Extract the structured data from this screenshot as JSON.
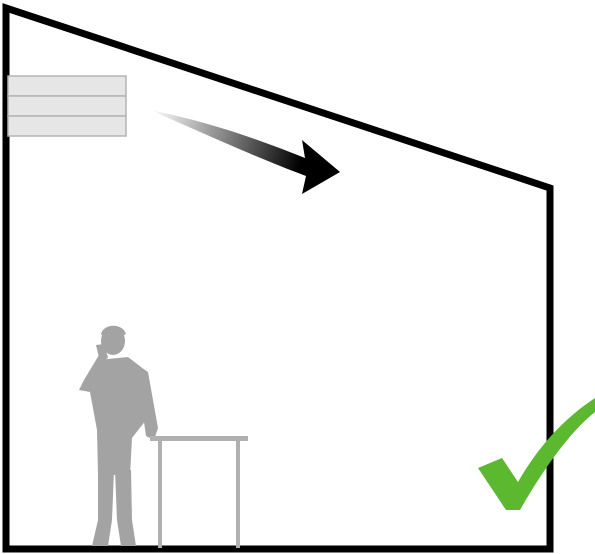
{
  "scene": {
    "description_icons": [
      "room-outline",
      "ceiling-air-vent",
      "airflow-arrow",
      "standing-person",
      "table",
      "check-mark-icon"
    ],
    "colors": {
      "room_outline": "#000000",
      "vent_fill": "#e6e6e6",
      "vent_stroke": "#b3b3b3",
      "person": "#a3a3a3",
      "table": "#b0b0b0",
      "check_mark": "#5cb82e",
      "arrow": "#000000"
    }
  }
}
